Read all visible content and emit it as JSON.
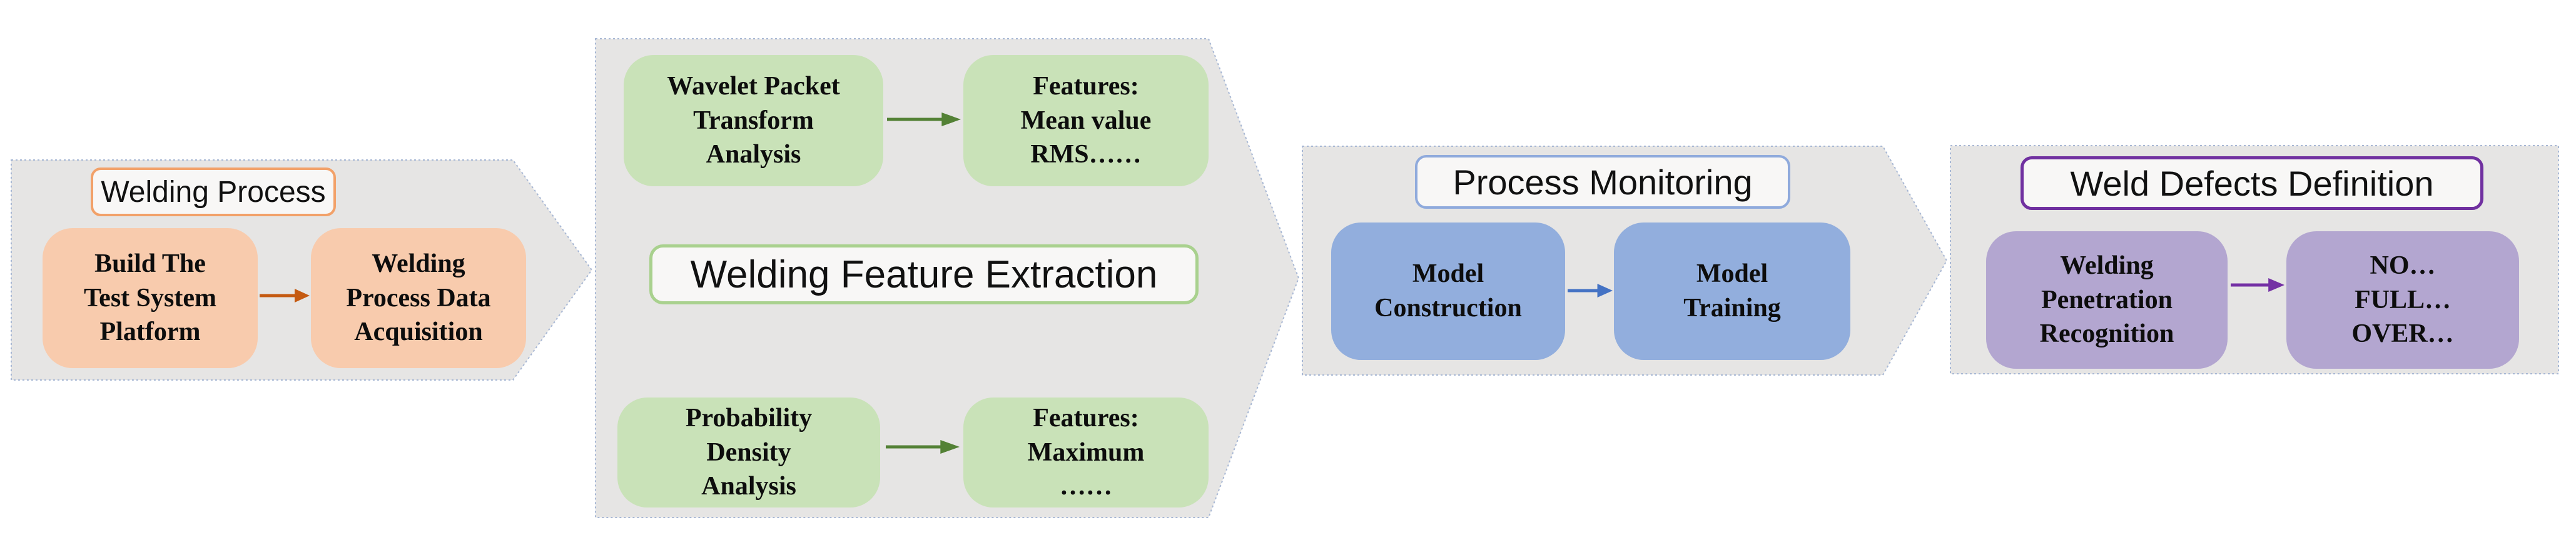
{
  "figure": {
    "type": "flow-diagram",
    "background": "#ffffff",
    "section_fill": "#e6e5e4",
    "section_outline": "#a7b7d4",
    "text_color": "#0d0d0d"
  },
  "sections": [
    {
      "id": "welding-process",
      "title": "Welding Process",
      "colors": {
        "node_fill": "#F8CBAD",
        "title_border": "#F2A169",
        "arrow": "#C55A11"
      },
      "nodes": [
        {
          "lines": [
            "Build The",
            "Test System",
            "Platform"
          ]
        },
        {
          "lines": [
            "Welding",
            "Process Data",
            "Acquisition"
          ]
        }
      ]
    },
    {
      "id": "welding-feature-extraction",
      "title": "Welding Feature Extraction",
      "colors": {
        "node_fill": "#C9E2B8",
        "title_border": "#A9D18E",
        "arrow": "#538135"
      },
      "nodes": [
        {
          "lines": [
            "Wavelet Packet",
            "Transform",
            "Analysis"
          ]
        },
        {
          "lines": [
            "Features:",
            "Mean value",
            "RMS……"
          ]
        },
        {
          "lines": [
            "Probability",
            "Density",
            "Analysis"
          ]
        },
        {
          "lines": [
            "Features:",
            "Maximum",
            "……"
          ]
        }
      ]
    },
    {
      "id": "process-monitoring",
      "title": "Process Monitoring",
      "colors": {
        "node_fill": "#92AEDD",
        "title_border": "#8FAADC",
        "arrow": "#4472C4"
      },
      "nodes": [
        {
          "lines": [
            "Model",
            "Construction"
          ]
        },
        {
          "lines": [
            "Model",
            "Training"
          ]
        }
      ]
    },
    {
      "id": "weld-defects-definition",
      "title": "Weld Defects Definition",
      "colors": {
        "node_fill": "#B3A6D0",
        "title_border": "#7030A0",
        "arrow": "#7430A4"
      },
      "nodes": [
        {
          "lines": [
            "Welding",
            "Penetration",
            "Recognition"
          ]
        },
        {
          "lines": [
            "NO…",
            "FULL…",
            "OVER…"
          ]
        }
      ]
    }
  ]
}
